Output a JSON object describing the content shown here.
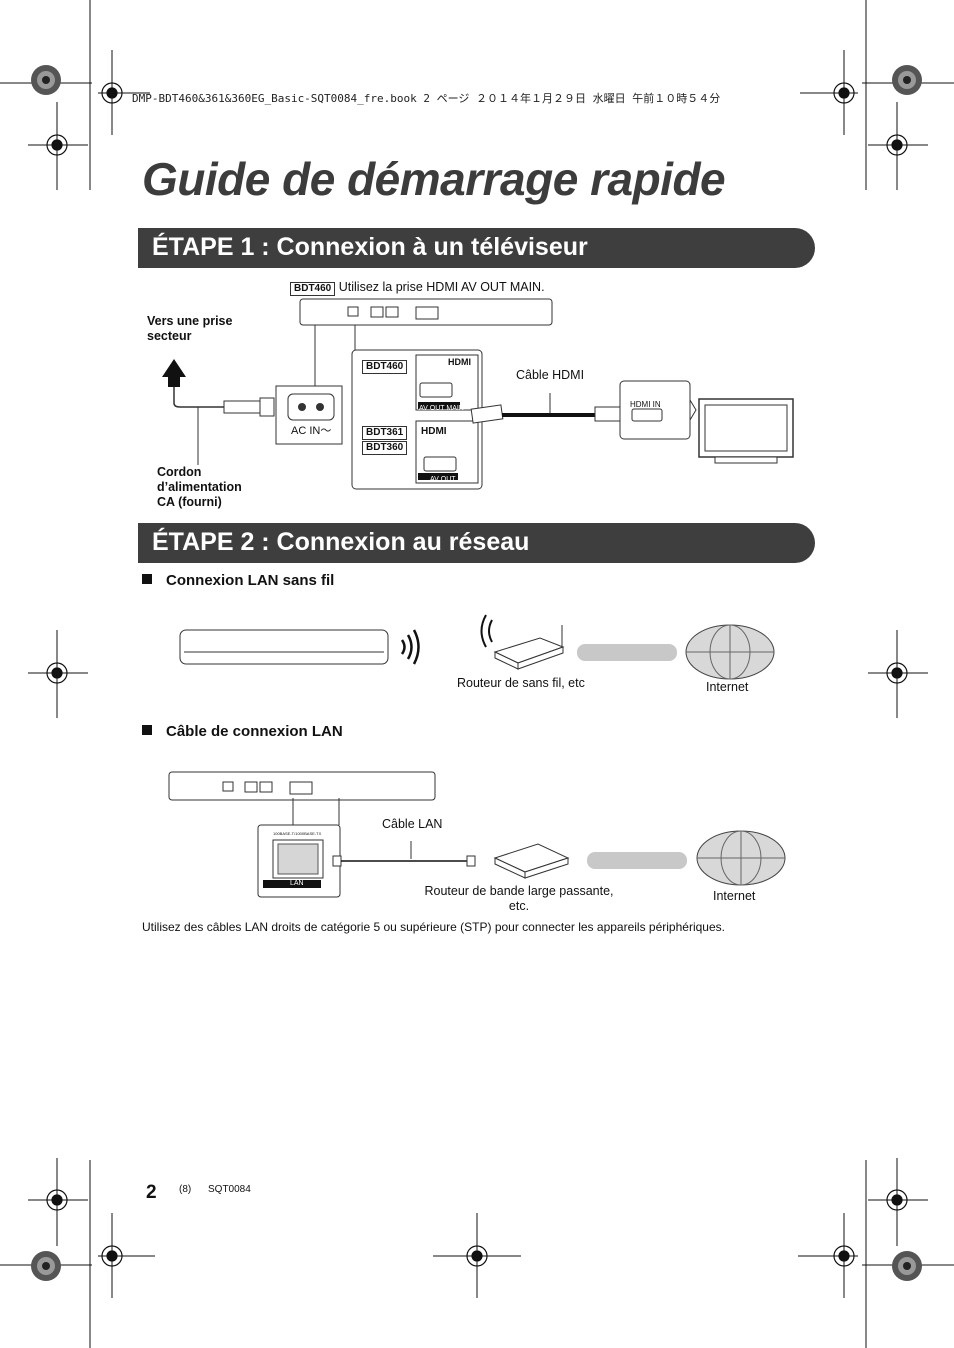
{
  "print_header": "DMP-BDT460&361&360EG_Basic-SQT0084_fre.book  2 ページ  ２０１４年１月２９日  水曜日  午前１０時５４分",
  "title": "Guide de démarrage rapide",
  "step1": {
    "heading": "ÉTAPE 1 : Connexion à un téléviseur",
    "model_badge": "BDT460",
    "model_note": "Utilisez la prise HDMI AV OUT MAIN.",
    "power_label_line1": "Vers une prise",
    "power_label_line2": "secteur",
    "cord_label_line1": "Cordon",
    "cord_label_line2": "d’alimentation",
    "cord_label_line3": "CA (fourni)",
    "ac_in": "AC IN～",
    "badge_bdt460": "BDT460",
    "badge_bdt361": "BDT361",
    "badge_bdt360": "BDT360",
    "hdmi_logo": "HDMI",
    "port_av_out_main": "AV OUT MAIN",
    "port_av_out": "AV OUT",
    "cable_hdmi": "Câble HDMI",
    "hdmi_in": "HDMI IN"
  },
  "step2": {
    "heading": "ÉTAPE 2 : Connexion au réseau",
    "wireless_heading": "Connexion LAN sans fil",
    "wireless_router": "Routeur de sans fil, etc",
    "internet1": "Internet",
    "wired_heading": "Câble de connexion LAN",
    "lan_port_spec": "100BASE-T/1000BASE-TX",
    "lan_port_label": "LAN",
    "cable_lan": "Câble LAN",
    "broadband_router_line1": "Routeur de bande large passante,",
    "broadband_router_line2": "etc.",
    "internet2": "Internet",
    "note": "Utilisez des câbles LAN droits de catégorie 5 ou supérieure (STP) pour connecter les appareils périphériques."
  },
  "footer": {
    "page_number": "2",
    "page_ref": "(8)",
    "doc_code": "SQT0084"
  }
}
